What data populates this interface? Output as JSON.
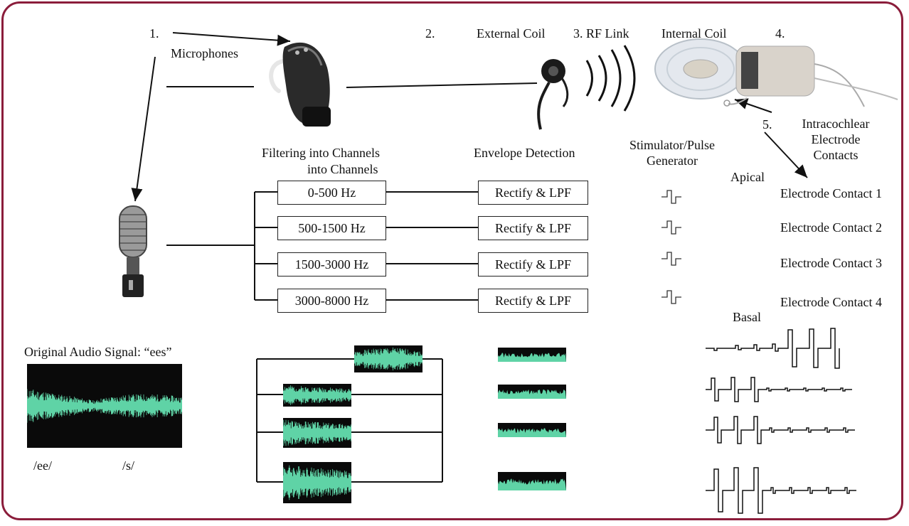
{
  "colors": {
    "frame": "#8b1d3b",
    "wave": "#5fd3a6",
    "scope_bg": "#0a0a0a"
  },
  "labels": {
    "step1": "1.",
    "microphones": "Microphones",
    "step2": "2.",
    "external_coil": "External Coil",
    "rf_link": "3. RF Link",
    "internal_coil": "Internal Coil",
    "step4": "4.",
    "step5": "5.",
    "intracochlear": "Intracochlear",
    "electrode": "Electrode",
    "contacts": "Contacts",
    "filtering": "Filtering into Channels",
    "into_channels": "into Channels",
    "envelope": "Envelope Detection",
    "stim_line1": "Stimulator/Pulse",
    "stim_line2": "Generator",
    "apical": "Apical",
    "basal": "Basal",
    "original": "Original Audio Signal: “ees”",
    "ee": "/ee/",
    "s": "/s/"
  },
  "filters": [
    "0-500 Hz",
    "500-1500 Hz",
    "1500-3000 Hz",
    "3000-8000 Hz"
  ],
  "envelope_boxes": [
    "Rectify & LPF",
    "Rectify & LPF",
    "Rectify & LPF",
    "Rectify & LPF"
  ],
  "electrodes": [
    "Electrode Contact 1",
    "Electrode Contact 2",
    "Electrode Contact 3",
    "Electrode Contact 4"
  ],
  "icons": [
    "hearing-aid-processor-icon",
    "external-coil-icon",
    "rf-waves-icon",
    "cochlear-implant-icon",
    "studio-microphone-icon",
    "pulse-icon"
  ]
}
